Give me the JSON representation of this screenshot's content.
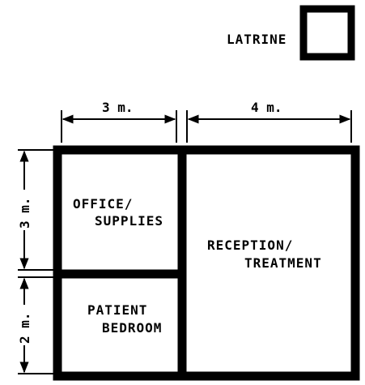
{
  "latrine": {
    "label": "LATRINE"
  },
  "rooms": {
    "office": {
      "line1": "OFFICE/",
      "line2": "SUPPLIES"
    },
    "bedroom": {
      "line1": "PATIENT",
      "line2": "BEDROOM"
    },
    "reception": {
      "line1": "RECEPTION/",
      "line2": "TREATMENT"
    }
  },
  "dimensions": {
    "top_left": "3 m.",
    "top_right": "4 m.",
    "left_upper": "3 m.",
    "left_lower": "2 m."
  },
  "colors": {
    "ink": "#000000",
    "paper": "#ffffff"
  }
}
